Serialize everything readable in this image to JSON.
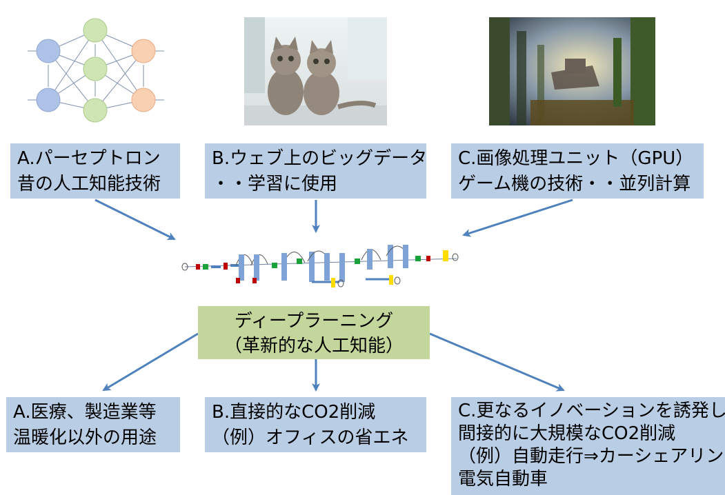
{
  "top_boxes": [
    {
      "line1": "A.パーセプトロン",
      "line2": "昔の人工知能技術"
    },
    {
      "line1": "B.ウェブ上のビッグデータ",
      "line2": "・・学習に使用"
    },
    {
      "line1": "C.画像処理ユニット（GPU）",
      "line2": "ゲーム機の技術・・並列計算"
    }
  ],
  "center_box": {
    "line1": "ディープラーニング",
    "line2": "（革新的な人工知能）"
  },
  "bottom_boxes": [
    {
      "lines": [
        "A.医療、製造業等",
        "温暖化以外の用途"
      ]
    },
    {
      "lines": [
        "B.直接的なCO2削減",
        "（例）オフィスの省エネ"
      ]
    },
    {
      "lines": [
        "C.更なるイノベーションを誘発し",
        "間接的に大規模なCO2削減",
        "（例）自動走行⇒カーシェアリング、",
        "電気自動車"
      ]
    }
  ],
  "colors": {
    "box_blue": "#b9cde5",
    "box_green": "#c3d69b",
    "arrow": "#4f81bd"
  }
}
